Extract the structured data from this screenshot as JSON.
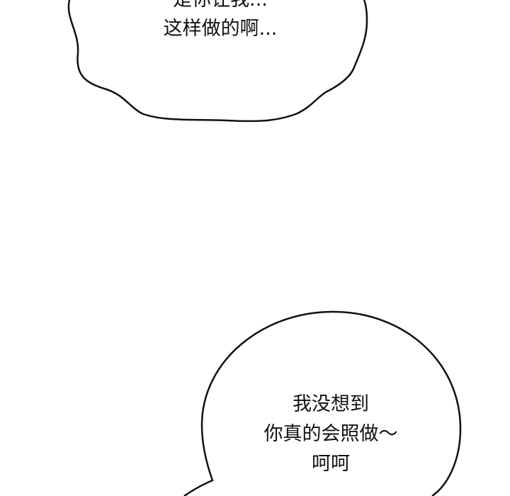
{
  "bubble_top": {
    "lines": [
      "是你让我...",
      "这样做的啊..."
    ]
  },
  "bubble_bottom": {
    "lines": [
      "我没想到",
      "你真的会照做～",
      "呵呵"
    ]
  },
  "colors": {
    "background": "#ffffff",
    "ink": "#111111"
  }
}
